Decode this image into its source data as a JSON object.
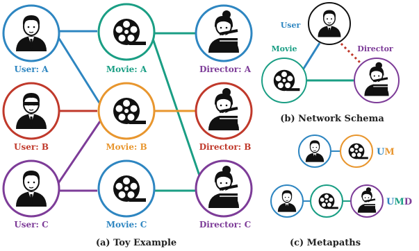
{
  "colors": {
    "user": "#2e86c1",
    "movie": "#e8962e",
    "movie_green": "#1a9e84",
    "director": "#7d3c98",
    "user_red": "#c0392b",
    "black": "#111111"
  },
  "toy": {
    "users": [
      "User: A",
      "User: B",
      "User: C"
    ],
    "movies": [
      "Movie: A",
      "Movie: B",
      "Movie: C"
    ],
    "directors": [
      "Director: A",
      "Director: B",
      "Director: C"
    ],
    "caption": "(a) Toy Example"
  },
  "schema": {
    "user": "User",
    "movie": "Movie",
    "director": "Director",
    "caption": "(b) Network Schema"
  },
  "metapaths": {
    "um": {
      "first": "U",
      "second": "M"
    },
    "umd": {
      "first": "U",
      "second": "M",
      "third": "D"
    },
    "caption": "(c) Metapaths"
  }
}
